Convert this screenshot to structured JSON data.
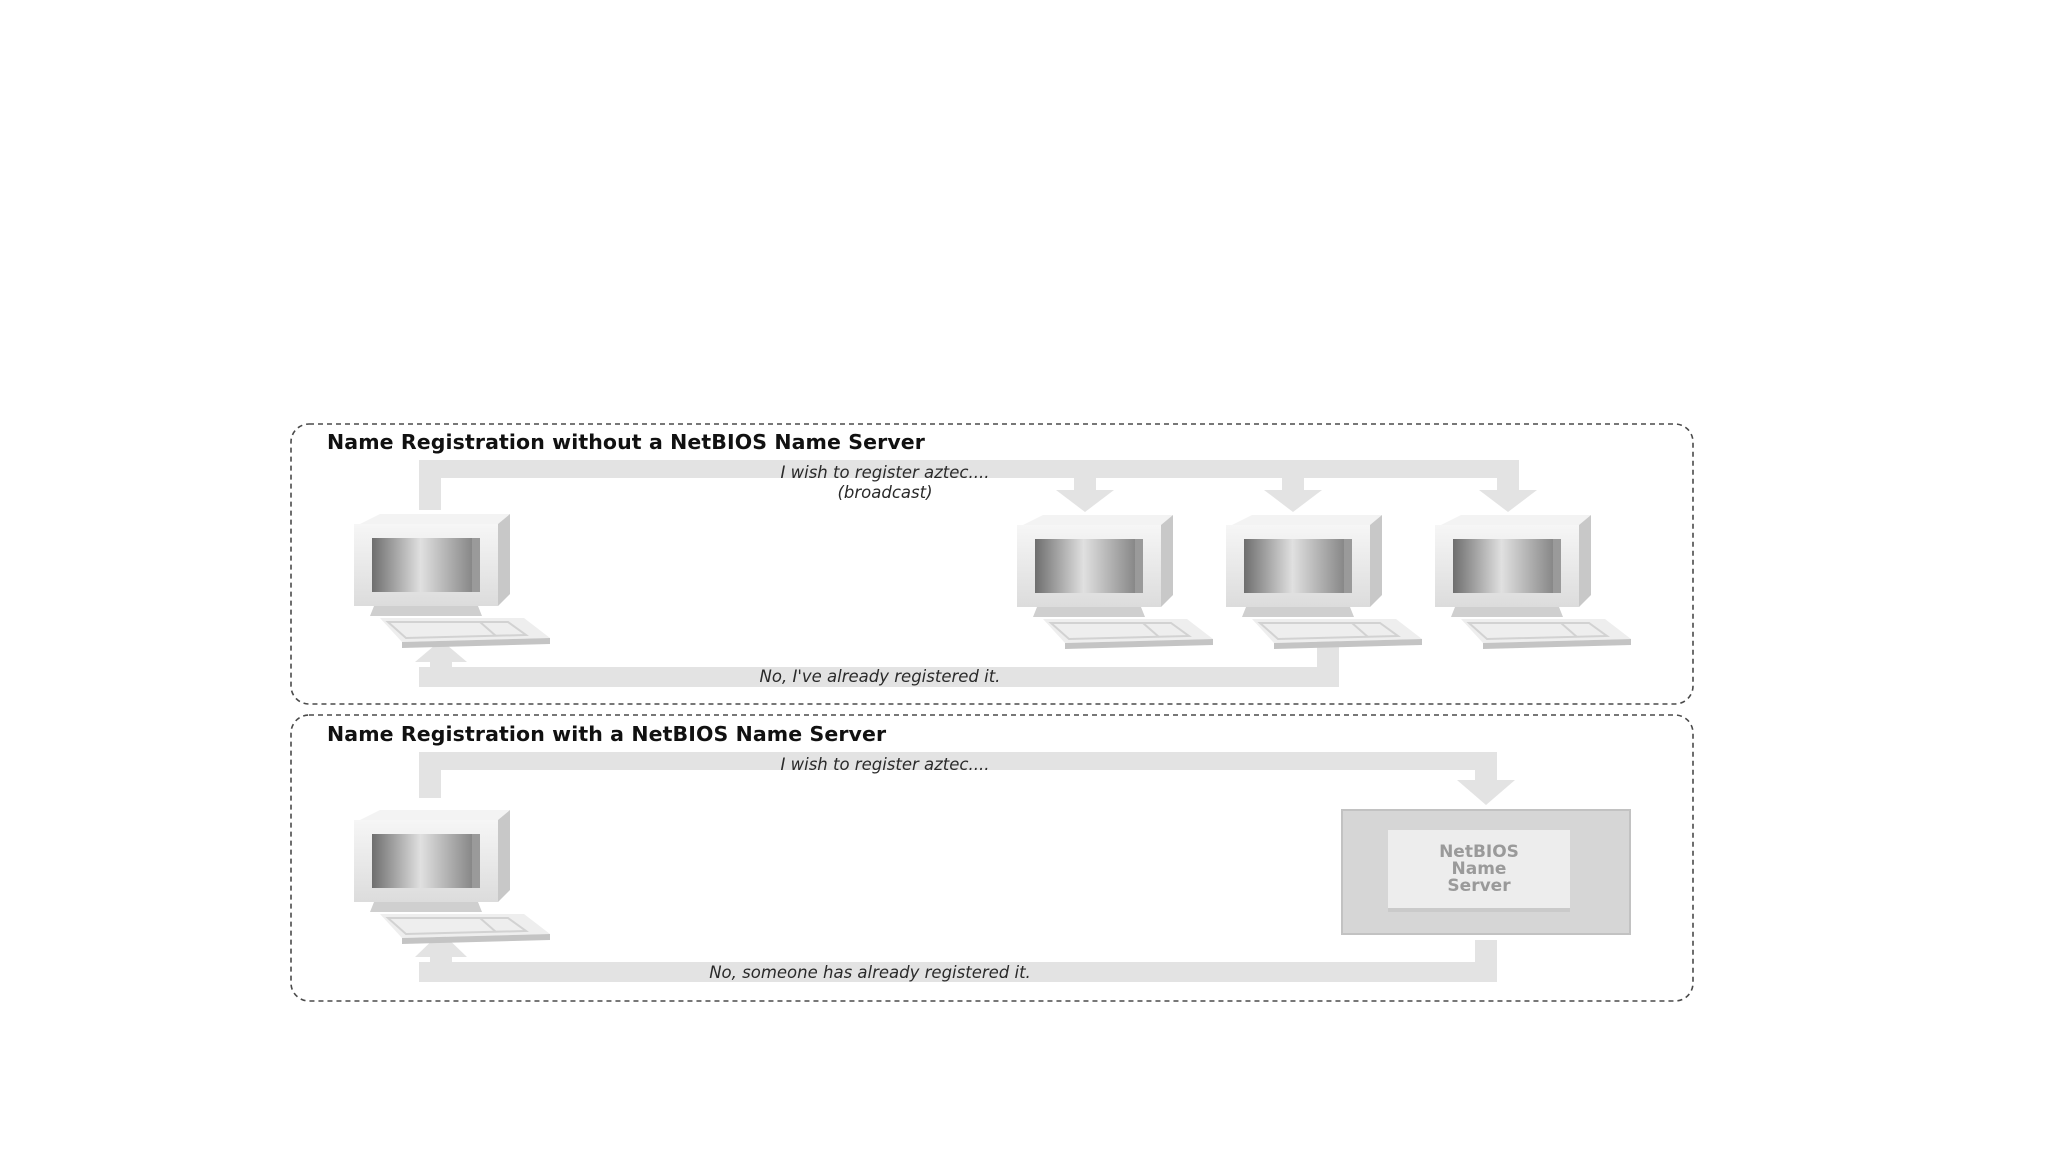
{
  "panels": [
    {
      "title": "Name Registration without a NetBIOS Name Server",
      "request_line1": "I wish to register aztec....",
      "request_line2": "(broadcast)",
      "reply": "No, I've already registered it."
    },
    {
      "title": "Name Registration with a NetBIOS Name Server",
      "request_line1": "I wish to register aztec....",
      "reply": "No, someone has already registered it."
    }
  ],
  "server": {
    "line1": "NetBIOS",
    "line2": "Name",
    "line3": "Server"
  },
  "colors": {
    "arrow": "#e3e3e3",
    "frame": "#4a4a4a",
    "server_box": "#d6d6d6"
  }
}
